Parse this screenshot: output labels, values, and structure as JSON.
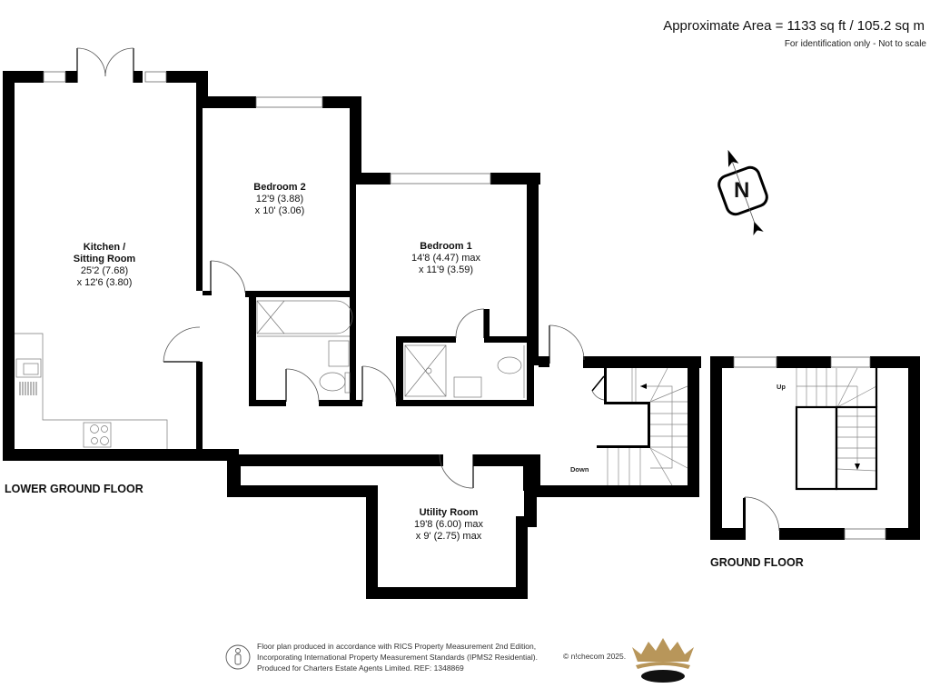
{
  "header": {
    "area": "Approximate Area = 1133 sq ft / 105.2 sq m",
    "disclaimer": "For identification only - Not to scale"
  },
  "compass": {
    "icon": "north-arrow-icon",
    "letter": "N"
  },
  "floors": [
    {
      "name": "LOWER GROUND FLOOR",
      "rooms": [
        {
          "name": "Kitchen /",
          "name2": "Sitting Room",
          "dim1": "25'2 (7.68)",
          "dim2": "x 12'6 (3.80)"
        },
        {
          "name": "Bedroom 2",
          "dim1": "12'9 (3.88)",
          "dim2": "x 10' (3.06)"
        },
        {
          "name": "Bedroom 1",
          "dim1": "14'8 (4.47) max",
          "dim2": "x 11'9 (3.59)"
        },
        {
          "name": "Utility Room",
          "dim1": "19'8 (6.00) max",
          "dim2": "x 9' (2.75) max"
        }
      ],
      "stairs_label": "Down"
    },
    {
      "name": "GROUND FLOOR",
      "stairs_label": "Up"
    }
  ],
  "footer": {
    "line1": "Floor plan produced in accordance with RICS Property Measurement 2nd Edition,",
    "line2": "Incorporating International Property Measurement Standards (IPMS2 Residential).",
    "line3": "Produced for Charters Estate Agents Limited.   REF: 1348869",
    "copyright": "© n!checom 2025.",
    "logo_icon": "crown-logo-icon",
    "logo_colors": {
      "gold": "#B8965A",
      "black": "#111111"
    }
  },
  "colors": {
    "wall": "#000000",
    "background": "#ffffff",
    "fixture_line": "#666666"
  }
}
